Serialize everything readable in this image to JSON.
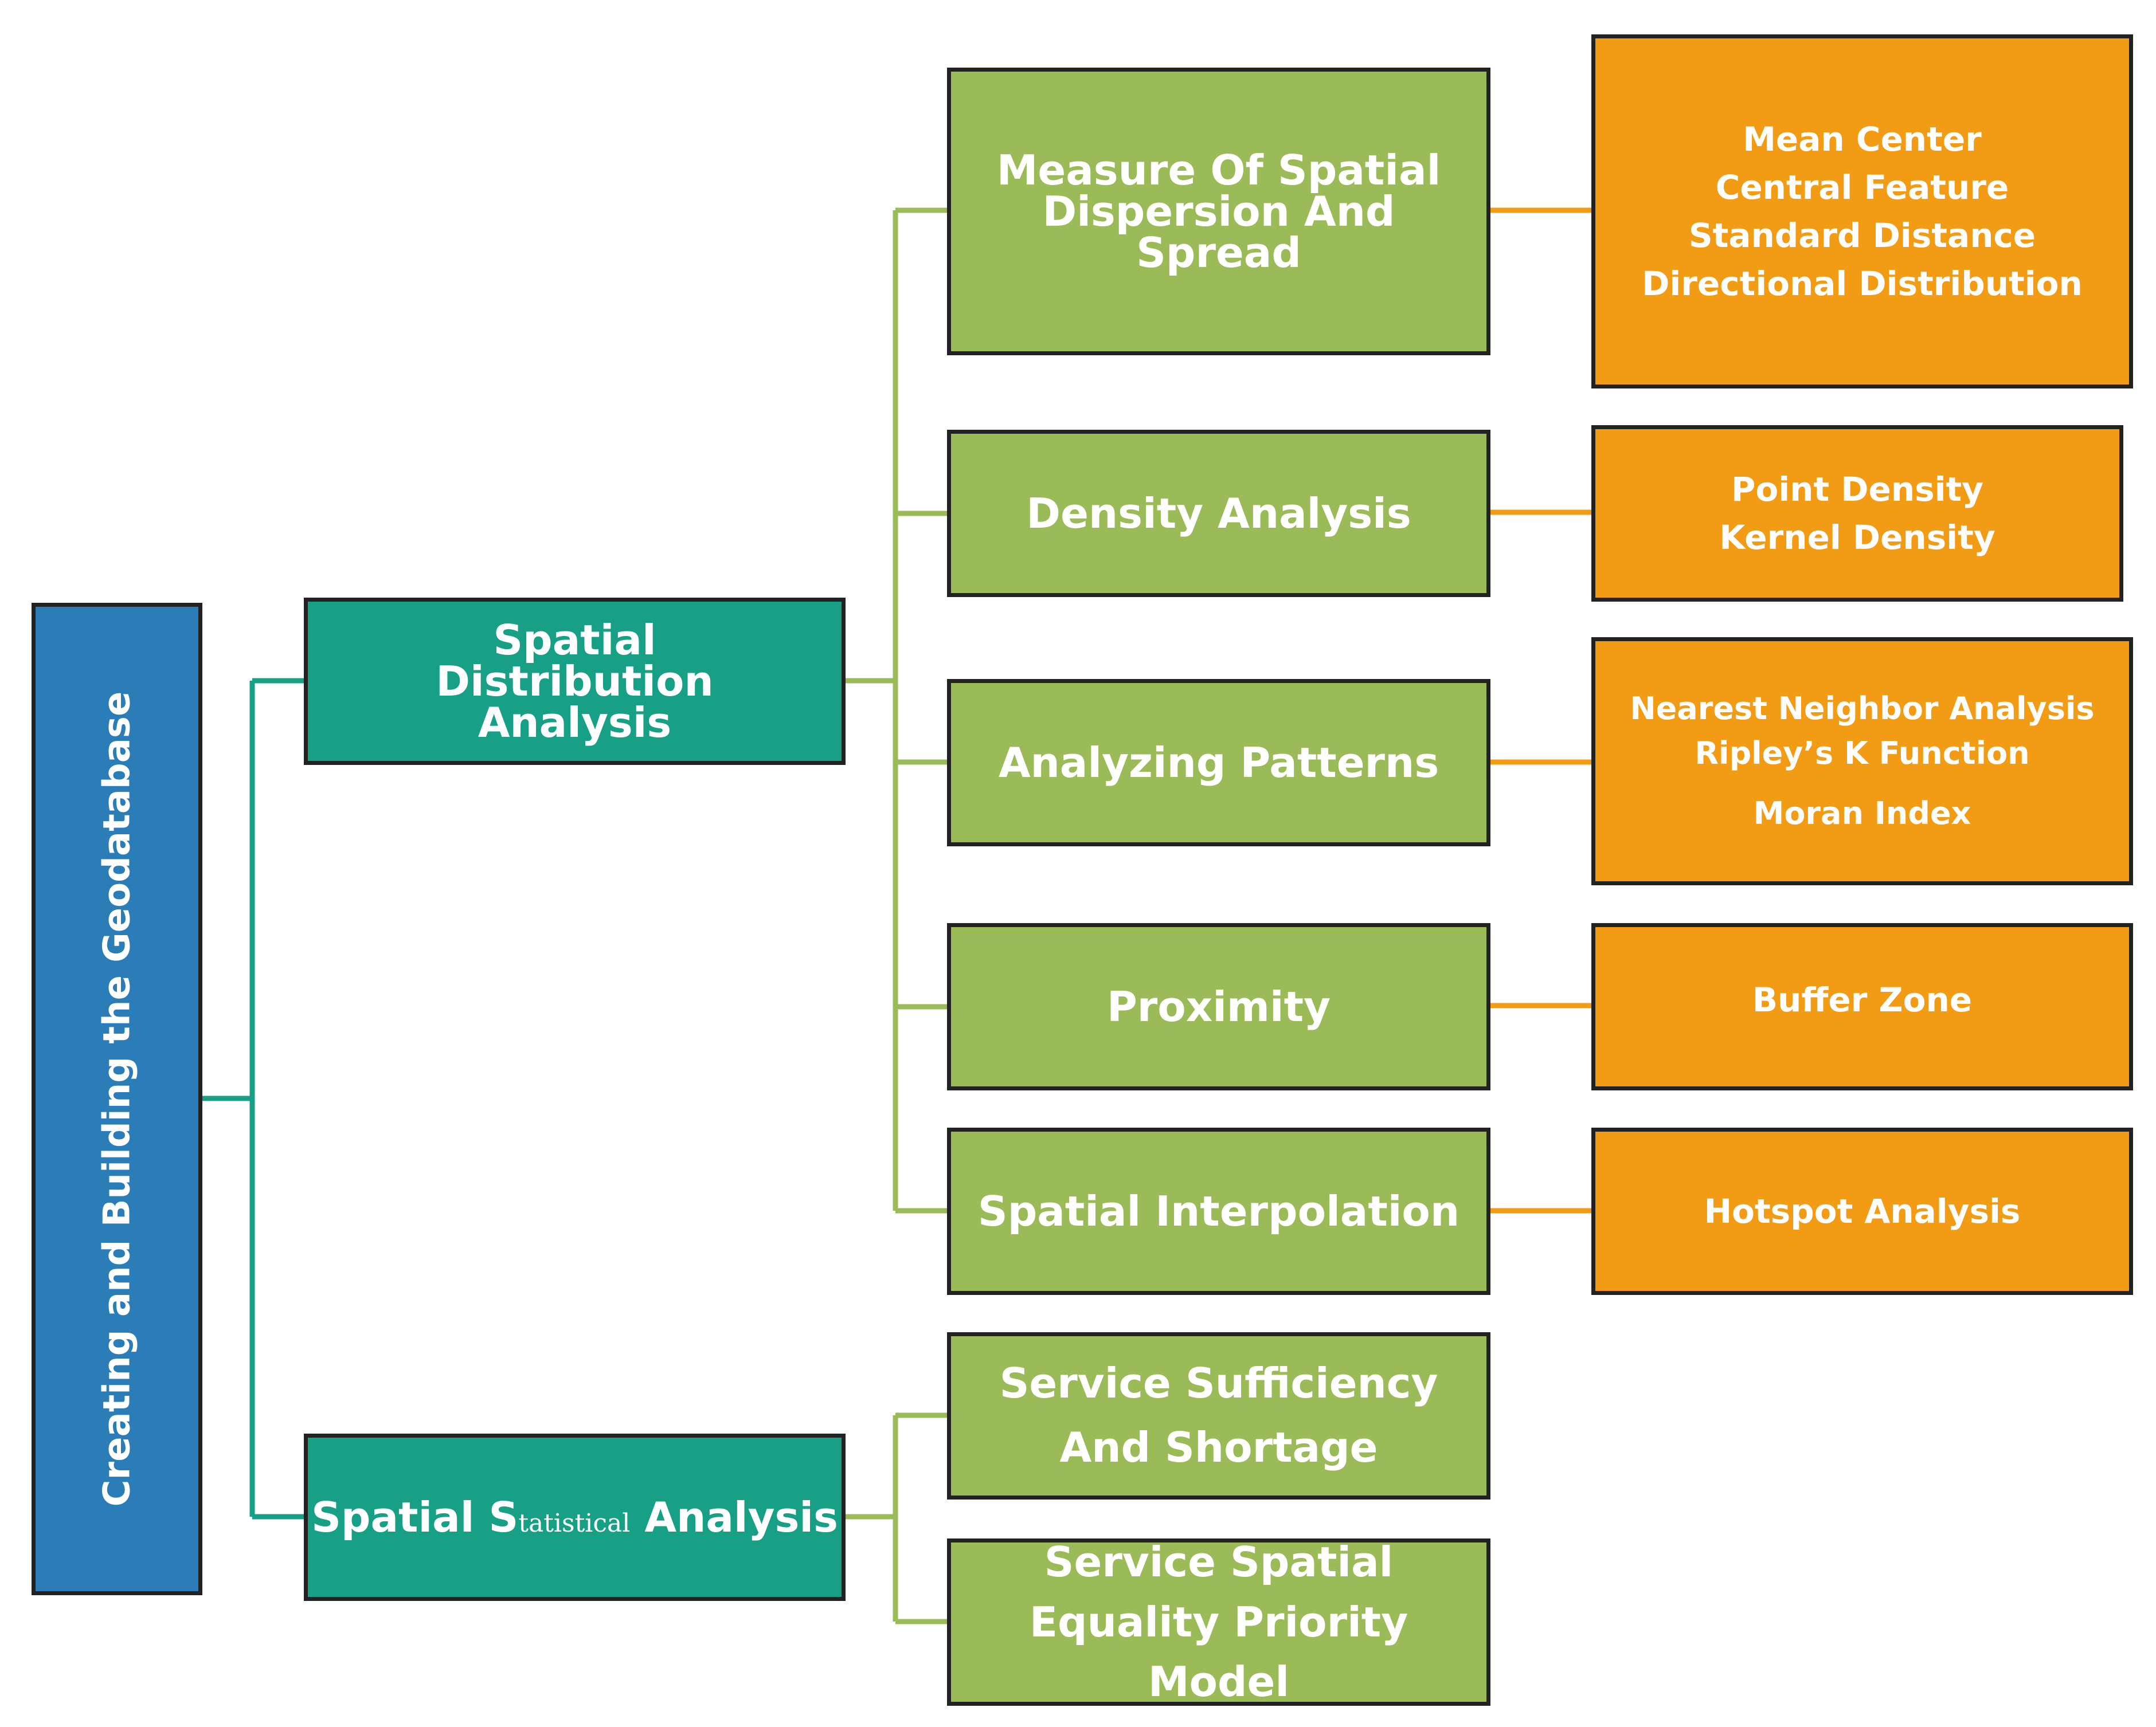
{
  "colors": {
    "root": "#2a7db6",
    "level1": "#17a085",
    "level2": "#9bbb59",
    "level3": "#f29b14",
    "connector_level1": "#17a085",
    "connector_level2": "#9bbb59",
    "connector_level3": "#f29b14",
    "border": "#222222"
  },
  "root": {
    "label": "Creating and Building the Geodatabase"
  },
  "level1": {
    "spatial_distribution": "Spatial Distribution Analysis",
    "spatial_statistical": {
      "part1": "Spatial S",
      "part2": "tatistical",
      "part3": " Analysis"
    }
  },
  "level2": {
    "dispersion": "Measure Of Spatial Dispersion And Spread",
    "density": "Density Analysis",
    "patterns": "Analyzing Patterns",
    "proximity": "Proximity",
    "interpolation": "Spatial Interpolation",
    "sufficiency": "Service Sufficiency And Shortage",
    "equality": "Service Spatial Equality Priority Model"
  },
  "level3": {
    "dispersion_items": [
      "Mean Center",
      "Central Feature",
      "Standard Distance",
      "Directional Distribution"
    ],
    "density_items": [
      "Point Density",
      "Kernel Density"
    ],
    "patterns_items": [
      "Nearest Neighbor Analysis",
      "Ripley’s K Function",
      "Moran Index"
    ],
    "proximity_items": [
      "Buffer Zone"
    ],
    "interpolation_items": [
      "Hotspot Analysis"
    ]
  }
}
